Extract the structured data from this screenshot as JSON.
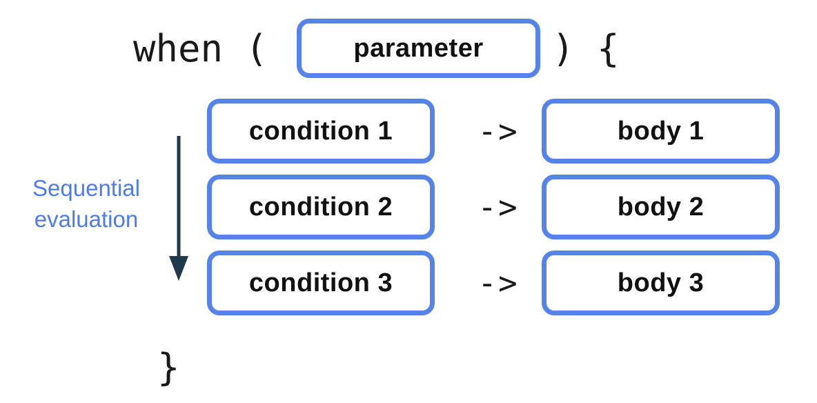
{
  "diagram": {
    "description": "when statement structure diagram",
    "code": {
      "when_open": "when (",
      "paren_close_brace_open": ") {",
      "brace_close": "}"
    },
    "parameter_label": "parameter",
    "rows": [
      {
        "condition": "condition 1",
        "arrow": "->",
        "body": "body 1"
      },
      {
        "condition": "condition 2",
        "arrow": "->",
        "body": "body 2"
      },
      {
        "condition": "condition 3",
        "arrow": "->",
        "body": "body 3"
      }
    ],
    "side_label": {
      "line1": "Sequential",
      "line2": "evaluation"
    },
    "colors": {
      "box_border_blue": "#5583e8",
      "side_label_blue": "#4d7ce8",
      "sequence_arrow_dark": "#20394b",
      "code_text": "#1a1a1a"
    }
  }
}
